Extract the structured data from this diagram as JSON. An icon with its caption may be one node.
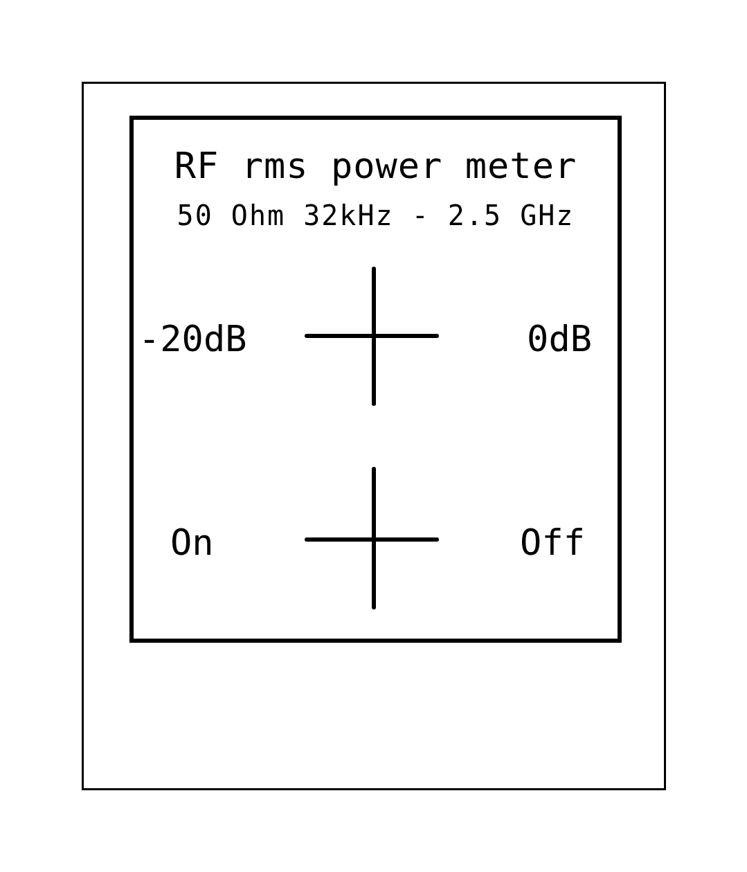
{
  "diagram": {
    "nodes": [
      {
        "text": [],
        "shape": "box"
      },
      {
        "text": [
          "RF rms power meter",
          "50 Ohm 32kHz - 2.5 GHz"
        ],
        "in": 0
      }
    ],
    "labels": [
      "-20dB",
      "0dB",
      "On",
      "Off"
    ]
  }
}
